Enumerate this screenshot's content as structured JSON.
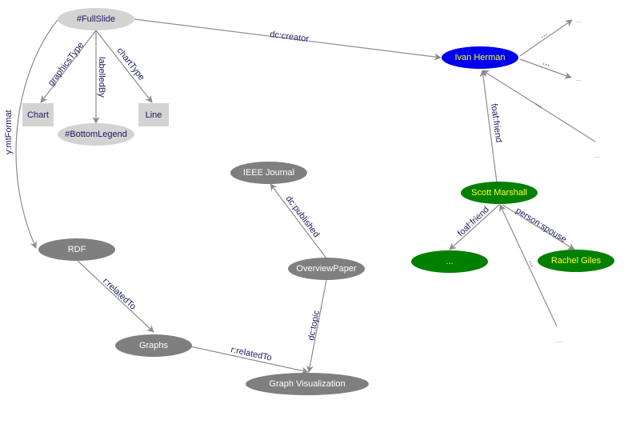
{
  "colors": {
    "light_node": "#d3d3d3",
    "light_text": "#1a1a5e",
    "dark_node": "#7f7f7f",
    "dark_text": "#ffffff",
    "blue_node": "#0000ee",
    "green_node": "#008000",
    "highlight_text": "#ffff33",
    "edge": "#8c8c8c",
    "edge_label": "#1a1a5e"
  },
  "nodes": {
    "fullslide": {
      "label": "#FullSlide",
      "kind": "light"
    },
    "chart": {
      "label": "Chart",
      "kind": "light-box"
    },
    "line": {
      "label": "Line",
      "kind": "light-box"
    },
    "bottomlegend": {
      "label": "#BottomLegend",
      "kind": "light"
    },
    "ivan": {
      "label": "Ivan Herman",
      "kind": "blue"
    },
    "scott": {
      "label": "Scott Marshall",
      "kind": "green"
    },
    "friend_unknown": {
      "label": "...",
      "kind": "green"
    },
    "rachel": {
      "label": "Rachel Giles",
      "kind": "green"
    },
    "ieee": {
      "label": "IEEE Journal",
      "kind": "dark"
    },
    "overview": {
      "label": "OverviewPaper",
      "kind": "dark"
    },
    "rdf": {
      "label": "RDF",
      "kind": "dark"
    },
    "graphs": {
      "label": "Graphs",
      "kind": "dark"
    },
    "graphviz": {
      "label": "Graph Visualization",
      "kind": "dark"
    }
  },
  "stubs": {
    "ivan_out_1": "...",
    "ivan_out_2": "...",
    "ivan_in_1": "...",
    "scott_in_1": "..."
  },
  "edges": {
    "creator": "dc:creator",
    "graphicsType": "graphicsType",
    "labelledBy": "labelledBy",
    "chartType": "chartType",
    "ymtFormat": "y:mtFormat",
    "foafFriend1": "foaf:friend",
    "foafFriend2": "foaf:friend",
    "spouse": "person:spouse",
    "published": "dc:published",
    "topic": "dc:topic",
    "relatedTo1": "r:relatedTo",
    "relatedTo2": "r:relatedTo",
    "ivanOut1": "...",
    "ivanOut2": "...",
    "ivanIn1": "...",
    "scottIn1": "..."
  }
}
